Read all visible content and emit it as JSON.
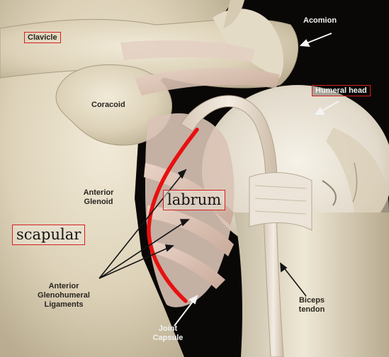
{
  "labels": {
    "clavicle": "Clavicle",
    "acromion": "Acomion",
    "humeral_head": "Humeral head",
    "coracoid": "Coracoid",
    "anterior_glenoid": "Anterior\nGlenoid",
    "labrum": "labrum",
    "scapular": "scapular",
    "anterior_glenohumeral_ligaments": "Anterior\nGlenohumeral\nLigaments",
    "biceps_tendon": "Biceps\ntendon",
    "joint_capsule": "Joint\nCapsule"
  },
  "colors": {
    "highlight_curve": "#e81010",
    "label_box_border": "#d42020",
    "background": "#0a0806"
  }
}
